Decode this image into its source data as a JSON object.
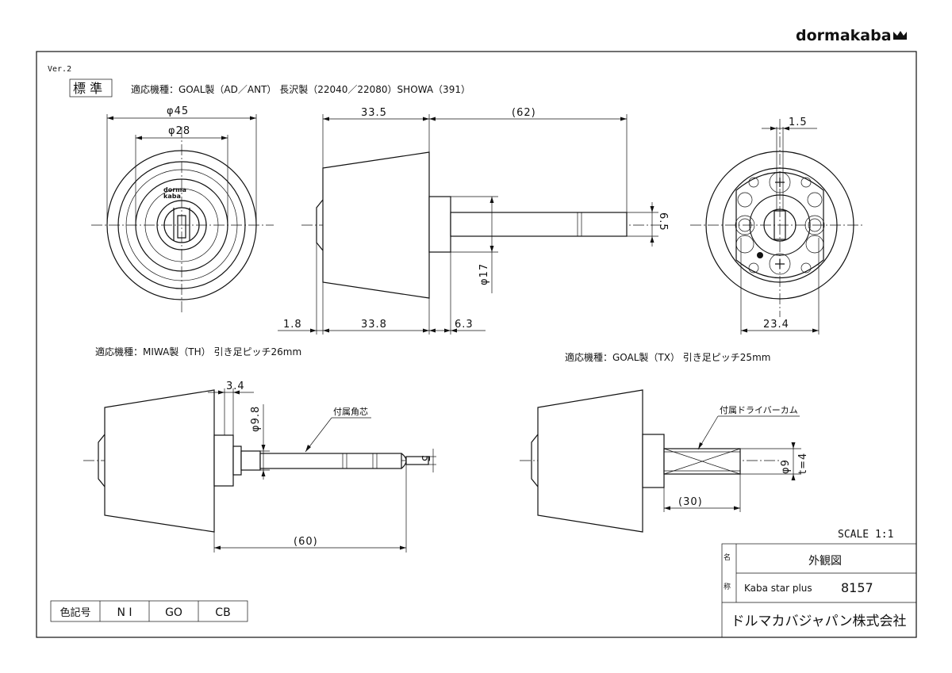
{
  "brand": "dormakaba",
  "version": "Ver.2",
  "standard_label": "標 準",
  "top_fit": "適応機種：GOAL製（AD／ANT） 長沢製（22040／22080）SHOWA（391）",
  "mid_left_fit": "適応機種：MIWA製（TH） 引き足ピッチ26mm",
  "mid_right_fit": "適応機種：GOAL製（TX） 引き足ピッチ25mm",
  "front_logo": [
    "dorma",
    "kaba"
  ],
  "dims_front": {
    "d45": "φ45",
    "d28": "φ28"
  },
  "dims_side": {
    "d335": "33.5",
    "d62": "(62)",
    "d65": "6.5",
    "d17": "φ17",
    "d18": "1.8",
    "d338": "33.8",
    "d63": "6.3"
  },
  "dims_back": {
    "d15": "1.5",
    "d234": "23.4"
  },
  "dims_bl": {
    "d34": "3.4",
    "d98": "φ9.8",
    "d5": "5",
    "d60": "(60)",
    "note": "付属角芯"
  },
  "dims_br": {
    "d9": "φ9",
    "t4": "t=4",
    "d30": "(30)",
    "note": "付属ドライバーカム"
  },
  "scale": "SCALE 1:1",
  "color_codes": {
    "header": "色記号",
    "codes": [
      "N I",
      "GO",
      "CB"
    ]
  },
  "title_block": {
    "name_label_1": "名",
    "name_label_2": "称",
    "drawing_type": "外観図",
    "product_name": "Kaba star plus",
    "product_number": "8157",
    "company": "ドルマカバジャパン株式会社"
  }
}
